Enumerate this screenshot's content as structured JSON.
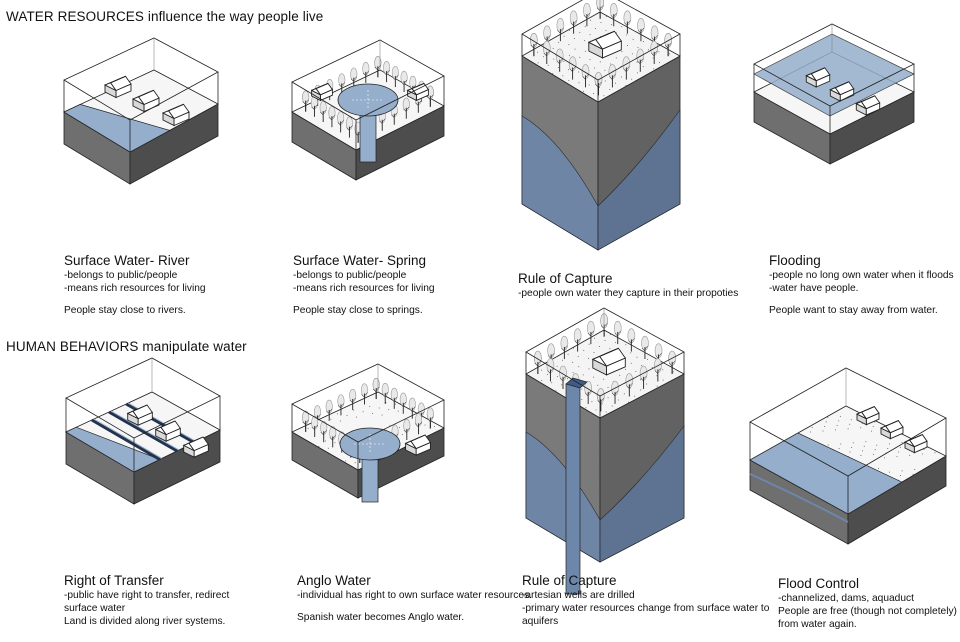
{
  "colors": {
    "water": "#95aecb",
    "water_dark": "#6d87ab",
    "ground": "#6f6f6f",
    "ground_dark": "#4d4d4d",
    "line": "#222222"
  },
  "headings": {
    "top": "WATER  RESOURCES influence the way people live",
    "bottom": "HUMAN BEHAVIORS manipulate water"
  },
  "diagrams": [
    {
      "title": "Surface Water- River",
      "lines": [
        "-belongs to public/people",
        "-means rich resources for living"
      ],
      "note": [
        "People stay close to rivers."
      ]
    },
    {
      "title": "Surface Water- Spring",
      "lines": [
        "-belongs to public/people",
        "-means rich resources for living"
      ],
      "note": [
        "People stay close to springs."
      ]
    },
    {
      "title": "Rule of Capture",
      "lines": [
        "-people own water they capture in their propoties"
      ],
      "note": []
    },
    {
      "title": "Flooding",
      "lines": [
        "-people no long own water when it floods",
        "-water have people."
      ],
      "note": [
        "People want to stay away from water."
      ]
    },
    {
      "title": "Right of Transfer",
      "lines": [
        "-public have right to transfer, redirect",
        "surface water",
        "Land is divided along river systems."
      ],
      "note": []
    },
    {
      "title": "Anglo Water",
      "lines": [
        "-individual has right to own surface water resources."
      ],
      "note": [
        "Spanish water becomes Anglo water."
      ]
    },
    {
      "title": "Rule of Capture",
      "lines": [
        "-artesian wells are drilled",
        "-primary water resources change from surface water to",
        "aquifers"
      ],
      "note": []
    },
    {
      "title": "Flood Control",
      "lines": [
        "-channelized, dams, aquaduct",
        "People are free (though not completely)",
        "from water again."
      ],
      "note": []
    }
  ]
}
